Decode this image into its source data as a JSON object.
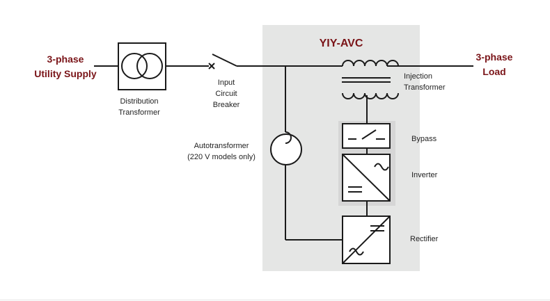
{
  "title": "YIY-AVC",
  "supply_label": [
    "3-phase",
    "Utility Supply"
  ],
  "load_label": [
    "3-phase",
    "Load"
  ],
  "distribution_transformer_label": [
    "Distribution",
    "Transformer"
  ],
  "breaker_label": [
    "Input",
    "Circuit",
    "Breaker"
  ],
  "autotransformer_label": [
    "Autotransformer",
    "(220 V models only)"
  ],
  "injection_transformer_label": [
    "Injection",
    "Transformer"
  ],
  "bypass_label": "Bypass",
  "inverter_label": "Inverter",
  "rectifier_label": "Rectifier",
  "colors": {
    "accent_red": "#7a1418",
    "panel_gray": "#e5e6e5",
    "inner_gray": "#d6d6d6",
    "line": "#1a1a1a"
  }
}
